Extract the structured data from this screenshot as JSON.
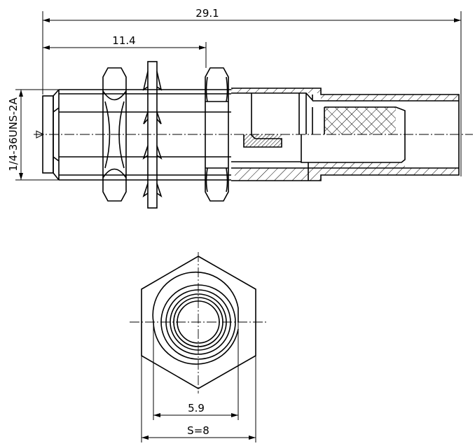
{
  "drawing": {
    "dimensions": {
      "overall_length": "29.1",
      "thread_length": "11.4",
      "thread_spec": "1/4-36UNS-2A",
      "inner_diameter": "5.9",
      "hex_size": "S=8"
    },
    "line_color": "#000000",
    "background": "#ffffff"
  }
}
